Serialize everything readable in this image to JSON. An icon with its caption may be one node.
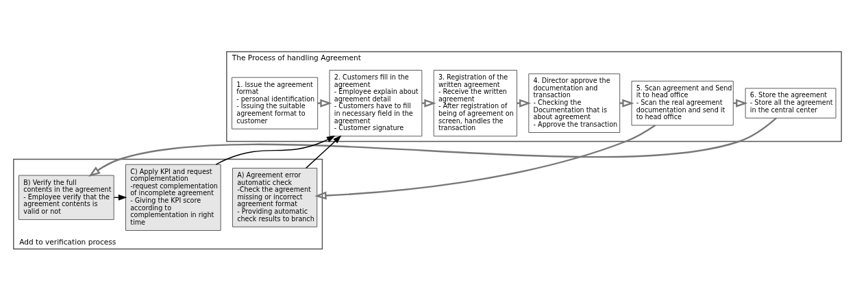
{
  "diagram": {
    "nodes": [
      {
        "text": [
          "The Process of handling Agreement"
        ]
      },
      {
        "text": [
          "1. Issue the agreement format",
          "- personal identification",
          "- Issuing the suitable agreement format to customer"
        ],
        "in": 0
      },
      {
        "text": [
          "2. Customers fill in the agreement",
          "- Employee explain about agreement detail",
          "- Customers have to fill in necessary field in the agreement",
          "- Customer signature"
        ],
        "in": 0
      },
      {
        "text": [
          "3. Registration of the written agreement",
          "- Receive the written agreement",
          "- After registration of being of agreement on screen, handles the transaction"
        ],
        "in": 0
      },
      {
        "text": [
          "4. Director approve the documentation and transaction",
          "- Checking the Documentation that is about agreement",
          "- Approve the transaction"
        ],
        "in": 0
      },
      {
        "text": [
          "5. Scan agreement and Send it to head office",
          "- Scan the real agreement documentation and send it to head office"
        ],
        "in": 0
      },
      {
        "text": [
          "6. Store the agreement",
          "- Store all the agreement in the central center"
        ],
        "in": 0
      },
      {
        "text": [
          "Add to verification process"
        ]
      },
      {
        "text": [
          "A) Agreement error automatic check",
          "-Check the agreement missing or incorrect agreement format",
          "- Providing automatic check results to branch"
        ],
        "in": 7
      },
      {
        "text": [
          "B) Verify the full contents in the agreement",
          "- Employee verify that the agreement contents is valid or not"
        ],
        "in": 7
      },
      {
        "text": [
          "C) Apply KPI and request complementation",
          "-request complementation of incomplete agreement",
          "- Giving the KPI score according to complementation in right time"
        ],
        "in": 7
      }
    ],
    "edges": [
      {
        "from": 1,
        "to": 2,
        "arrow": "to"
      },
      {
        "from": 2,
        "to": 3,
        "arrow": "to"
      },
      {
        "from": 3,
        "to": 4,
        "arrow": "to"
      },
      {
        "from": 4,
        "to": 5,
        "arrow": "to"
      },
      {
        "from": 5,
        "to": 6,
        "arrow": "to"
      },
      {
        "from": 5,
        "to": 8,
        "arrow": "to"
      },
      {
        "from": 6,
        "to": 9,
        "arrow": "to"
      },
      {
        "from": 8,
        "to": 2,
        "arrow": "to",
        "color": "#000000"
      },
      {
        "from": 9,
        "to": 10,
        "arrow": "to",
        "color": "#000000"
      },
      {
        "from": 10,
        "to": 2,
        "arrow": "to",
        "color": "#000000"
      }
    ]
  }
}
